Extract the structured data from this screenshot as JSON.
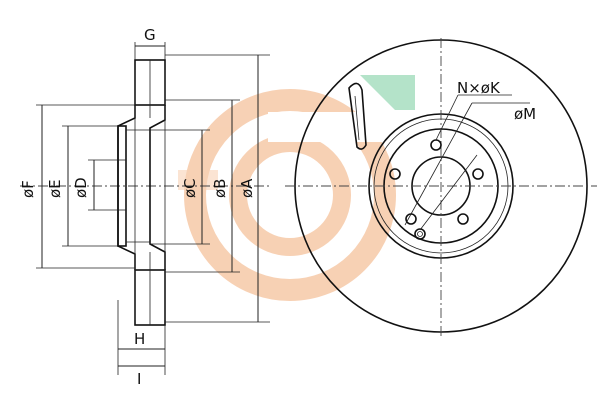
{
  "labels": {
    "G": "G",
    "H": "H",
    "I": "I",
    "F": "øF",
    "E": "øE",
    "D": "øD",
    "C": "øC",
    "B": "øB",
    "A": "øA",
    "NK": "N×øK",
    "M": "øM"
  },
  "colors": {
    "watermark_orange": "#f6c9a8",
    "watermark_green": "#a8dfc0",
    "line": "#111111"
  }
}
